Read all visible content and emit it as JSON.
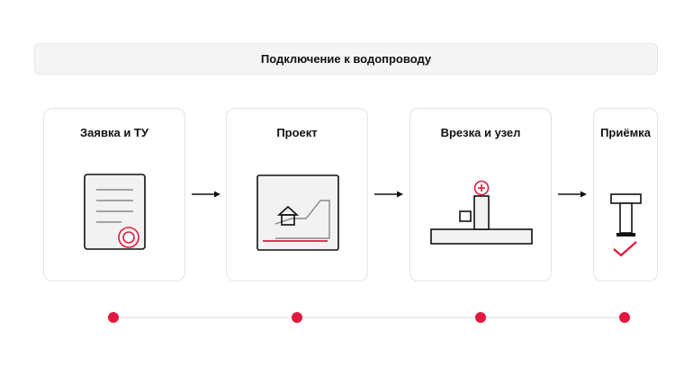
{
  "header": {
    "title": "Подключение к водопроводу"
  },
  "steps": [
    {
      "title": "Заявка и ТУ",
      "icon": "document-with-seal-icon"
    },
    {
      "title": "Проект",
      "icon": "project-drawing-icon"
    },
    {
      "title": "Врезка и узел",
      "icon": "pipe-connection-icon"
    },
    {
      "title": "Приёмка",
      "icon": "acceptance-checkmark-icon"
    }
  ],
  "colors": {
    "accent": "#e0193f",
    "line": "#111111",
    "border": "#e3e3e3",
    "header_bg": "#f5f5f5"
  }
}
